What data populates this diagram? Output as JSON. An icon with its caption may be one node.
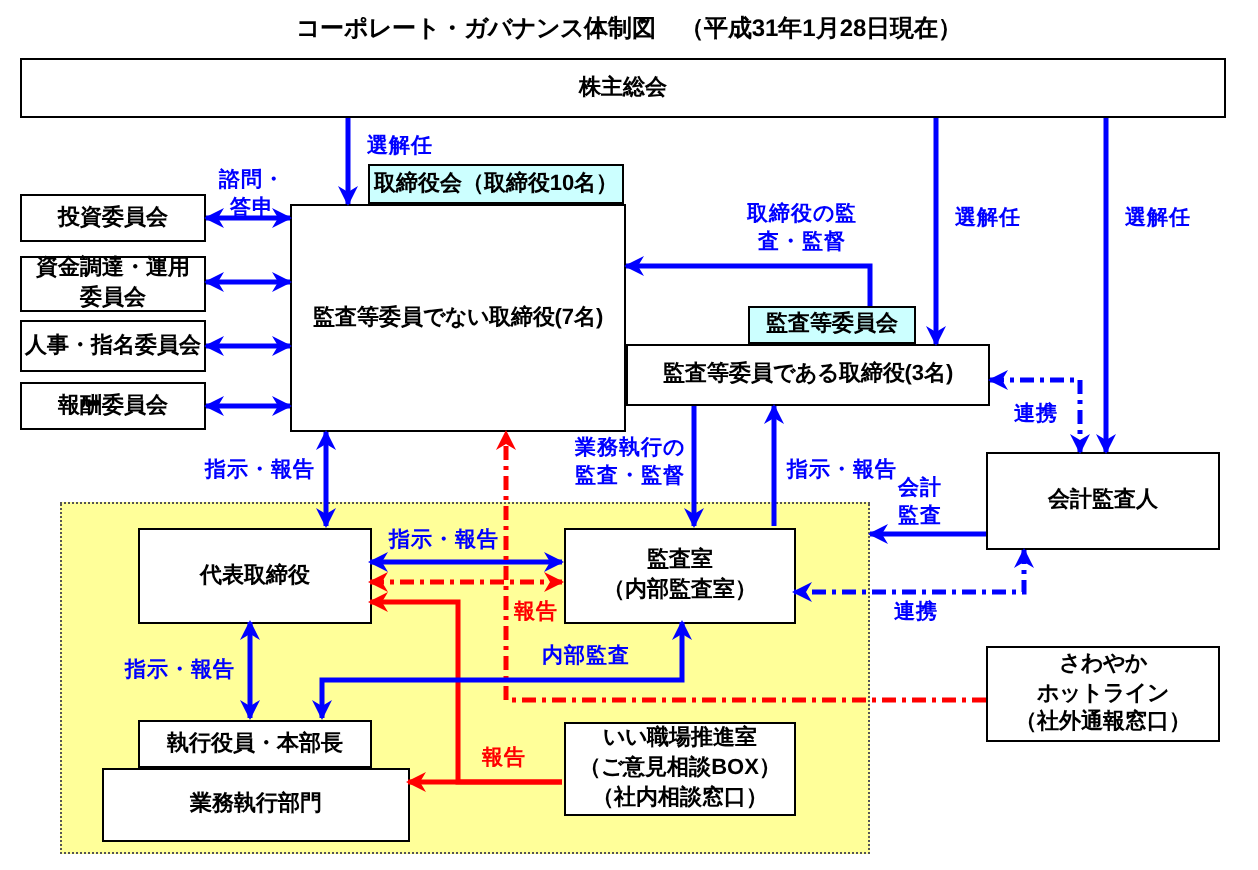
{
  "diagram": {
    "title": "コーポレート・ガバナンス体制図　（平成31年1月28日現在）",
    "nodes": [
      {
        "text": [
          "株主総会"
        ]
      },
      {
        "text": [
          "取締役会（取締役10名）"
        ]
      },
      {
        "text": [
          "監査等委員でない取締役(7名)"
        ]
      },
      {
        "text": [
          "監査等委員会"
        ]
      },
      {
        "text": [
          "監査等委員である取締役(3名)"
        ]
      },
      {
        "text": [
          "投資委員会"
        ]
      },
      {
        "text": [
          "資金調達・運用委員会"
        ]
      },
      {
        "text": [
          "人事・指名委員会"
        ]
      },
      {
        "text": [
          "報酬委員会"
        ]
      },
      {
        "text": [
          "会計監査人"
        ]
      },
      {
        "text": [],
        "shape": "box"
      },
      {
        "text": [
          "代表取締役"
        ],
        "in": 10
      },
      {
        "text": [
          "監査室",
          "（内部監査室）"
        ],
        "in": 10
      },
      {
        "text": [
          "執行役員・本部長"
        ],
        "in": 10
      },
      {
        "text": [
          "業務執行部門"
        ],
        "in": 10
      },
      {
        "text": [
          "いい職場推進室",
          "（ご意見相談BOX）",
          "（社内相談窓口）"
        ],
        "in": 10
      },
      {
        "text": [
          "さわやか",
          "ホットライン",
          "（社外通報窓口）"
        ]
      }
    ],
    "edges": [
      {
        "from": 5,
        "to": 2,
        "arrow": "both",
        "label": "諮問・答申"
      },
      {
        "from": 6,
        "to": 2,
        "arrow": "both"
      },
      {
        "from": 7,
        "to": 2,
        "arrow": "both"
      },
      {
        "from": 8,
        "to": 2,
        "arrow": "both"
      },
      {
        "from": 0,
        "to": 2,
        "arrow": "to",
        "label": "選解任"
      },
      {
        "from": 0,
        "to": 4,
        "arrow": "to",
        "label": "選解任"
      },
      {
        "from": 0,
        "to": 9,
        "arrow": "to",
        "label": "選解任"
      },
      {
        "from": 3,
        "to": 2,
        "arrow": "to",
        "label": "取締役の監査・監督"
      },
      {
        "from": 4,
        "to": 12,
        "arrow": "to",
        "label": "業務執行の監査・監督"
      },
      {
        "from": 12,
        "to": 4,
        "arrow": "to",
        "label": "指示・報告"
      },
      {
        "from": 2,
        "to": 11,
        "arrow": "both",
        "label": "指示・報告"
      },
      {
        "from": 9,
        "to": 10,
        "arrow": "to",
        "label": "会計監査"
      },
      {
        "from": 9,
        "to": 12,
        "arrow": "both",
        "label": "連携",
        "style": "dashed"
      },
      {
        "from": 4,
        "to": 9,
        "arrow": "both",
        "label": "連携",
        "style": "dashed"
      },
      {
        "from": 11,
        "to": 12,
        "arrow": "both",
        "label": "指示・報告"
      },
      {
        "from": 11,
        "to": 12,
        "arrow": "both",
        "style": "dashed",
        "color": "#ff0000"
      },
      {
        "from": 16,
        "to": 2,
        "arrow": "to",
        "label": "報告",
        "style": "dashed",
        "color": "#ff0000"
      },
      {
        "from": 15,
        "to": 11,
        "arrow": "to",
        "label": "報告",
        "color": "#ff0000"
      },
      {
        "from": 15,
        "to": 14,
        "arrow": "to",
        "color": "#ff0000"
      },
      {
        "from": 11,
        "to": 13,
        "arrow": "both",
        "label": "指示・報告"
      },
      {
        "from": 12,
        "to": 13,
        "arrow": "both",
        "label": "内部監査"
      }
    ]
  }
}
